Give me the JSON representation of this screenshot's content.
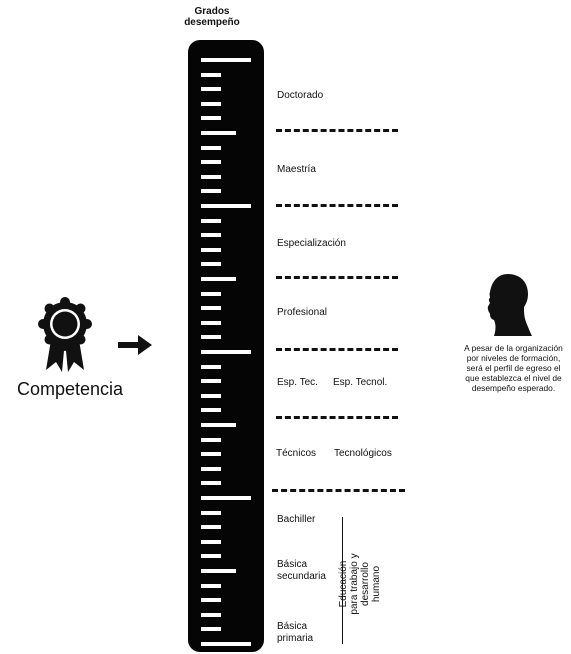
{
  "ruler": {
    "title_line1": "Grados",
    "title_line2": "desempeño"
  },
  "levels": {
    "doctorado": "Doctorado",
    "maestria": "Maestría",
    "especializacion": "Especialización",
    "profesional": "Profesional",
    "esp_tec": "Esp. Tec.",
    "esp_tecnol": "Esp. Tecnol.",
    "tecnicos": "Técnicos",
    "tecnologicos": "Tecnológicos",
    "bachiller": "Bachiller",
    "basica_secundaria_1": "Básica",
    "basica_secundaria_2": "secundaria",
    "basica_primaria_1": "Básica",
    "basica_primaria_2": "primaria"
  },
  "education_side": {
    "line1": "Educación",
    "line2": "para trabajo y",
    "line3": "desarrollo",
    "line4": "humano"
  },
  "competencia": {
    "label": "Competencia",
    "icon": "award-ribbon-icon",
    "arrow": "arrow-right-icon"
  },
  "note": {
    "icon": "human-head-icon",
    "line1": "A pesar de la organización",
    "line2": "por niveles de formación,",
    "line3": "será el perfil de egreso el",
    "line4": "que establezca el nivel de",
    "line5": "desempeño esperado."
  }
}
